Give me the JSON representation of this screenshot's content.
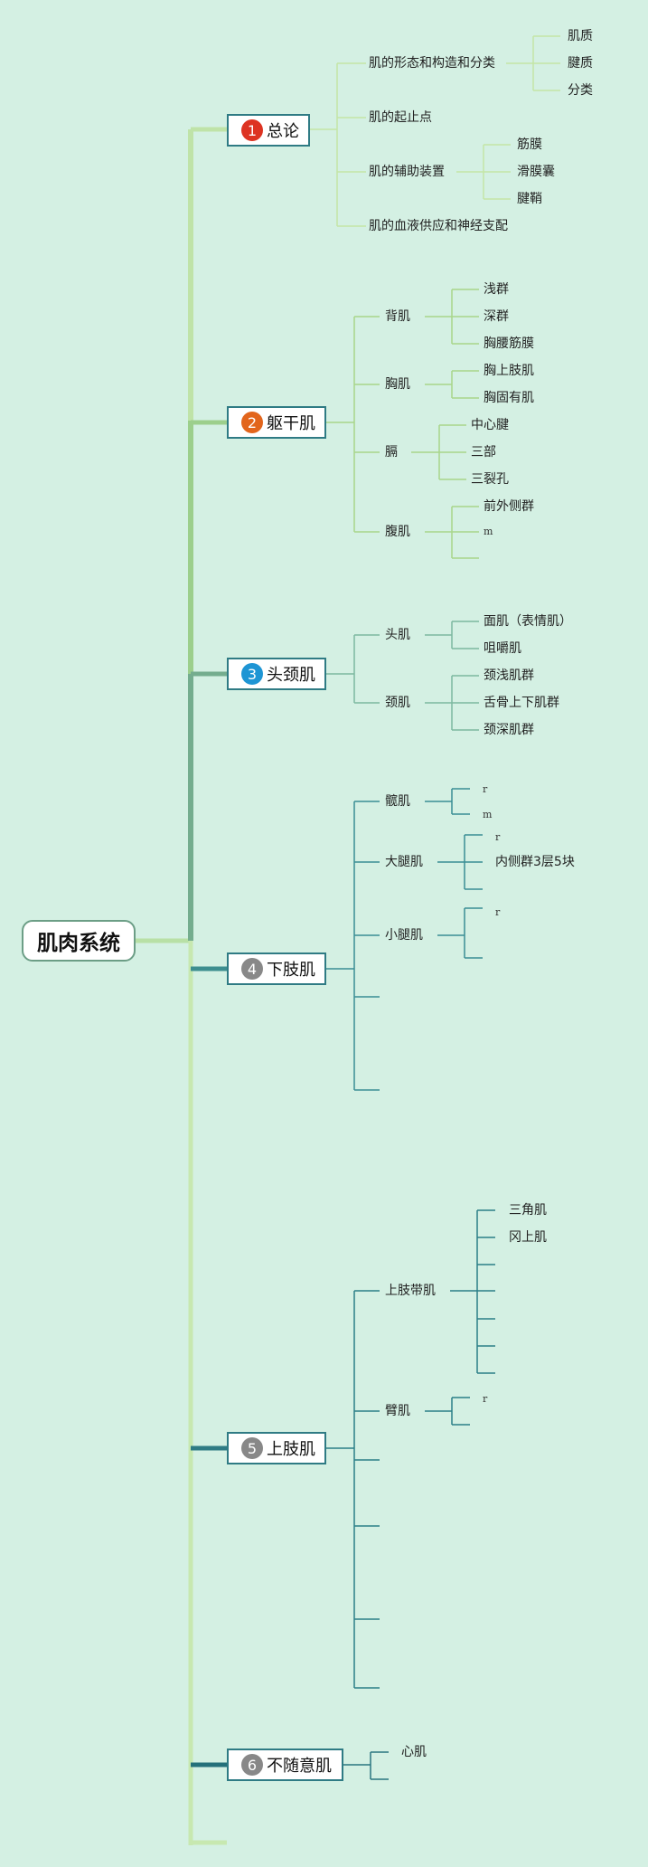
{
  "root": "肌肉系统",
  "branches": [
    {
      "num": "1",
      "label": "总论",
      "color": "#dd3322",
      "children": [
        "肌的形态和构造和分类",
        "肌的起止点",
        "肌的辅助装置",
        "肌的血液供应和神经支配"
      ],
      "grand": {
        "form": [
          "肌质",
          "腱质",
          "分类"
        ],
        "aux": [
          "筋膜",
          "滑膜囊",
          "腱鞘"
        ]
      }
    },
    {
      "num": "2",
      "label": "躯干肌",
      "color": "#e2651c",
      "children": [
        "背肌",
        "胸肌",
        "膈",
        "腹肌"
      ],
      "grand": {
        "back": [
          "浅群",
          "深群",
          "胸腰筋膜"
        ],
        "chest": [
          "胸上肢肌",
          "胸固有肌"
        ],
        "diaphragm": [
          "中心腱",
          "三部",
          "三裂孔"
        ],
        "abdomen": [
          "前外侧群",
          "m"
        ]
      }
    },
    {
      "num": "3",
      "label": "头颈肌",
      "color": "#1e95d4",
      "children": [
        "头肌",
        "颈肌"
      ],
      "grand": {
        "head": [
          "面肌（表情肌）",
          "咀嚼肌"
        ],
        "neck": [
          "颈浅肌群",
          "舌骨上下肌群",
          "颈深肌群"
        ]
      }
    },
    {
      "num": "4",
      "label": "下肢肌",
      "color": "#888888",
      "children": [
        "髋肌",
        "大腿肌",
        "小腿肌"
      ],
      "grand": {
        "hip": [
          "r",
          "m"
        ],
        "thigh": [
          "r",
          "内侧群3层5块"
        ],
        "leg": [
          "r"
        ]
      }
    },
    {
      "num": "5",
      "label": "上肢肌",
      "color": "#888888",
      "children": [
        "上肢带肌",
        "臂肌"
      ],
      "grand": {
        "girdle": [
          "三角肌",
          "冈上肌"
        ],
        "arm": [
          "r"
        ]
      }
    },
    {
      "num": "6",
      "label": "不随意肌",
      "color": "#888888",
      "children": [
        "心肌"
      ]
    }
  ]
}
